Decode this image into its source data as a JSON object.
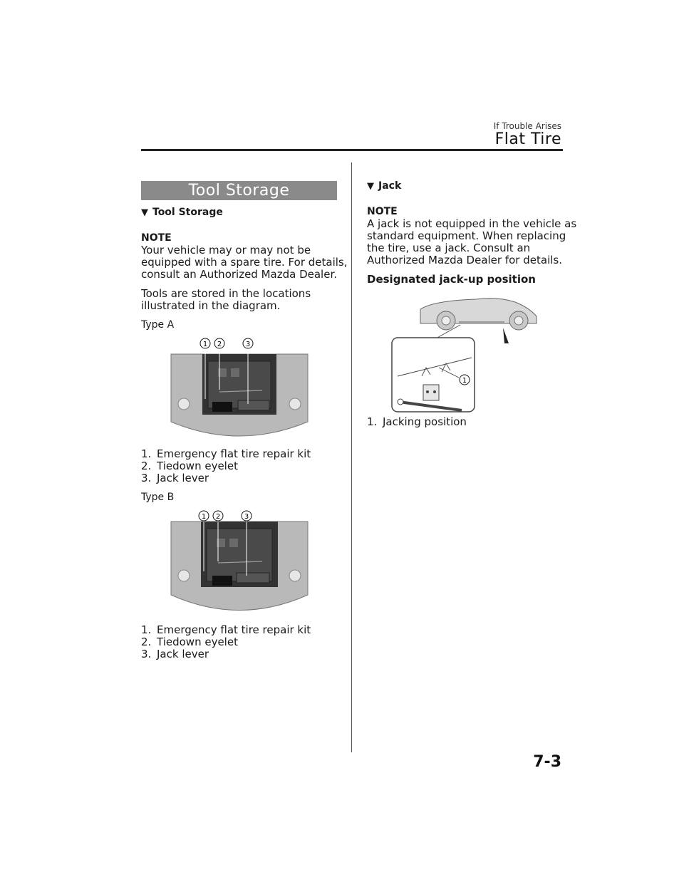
{
  "header": {
    "section": "If Trouble Arises",
    "title": "Flat Tire"
  },
  "left": {
    "banner": "Tool Storage",
    "subheading": "Tool Storage",
    "note_label": "NOTE",
    "note_lines": [
      "Your vehicle may or may not be",
      "equipped with a spare tire. For details,",
      "consult an Authorized Mazda Dealer."
    ],
    "intro_lines": [
      "Tools are stored in the locations",
      "illustrated in the diagram."
    ],
    "type_a": "Type A",
    "type_b": "Type B",
    "callouts": [
      "1",
      "2",
      "3"
    ],
    "list_a": [
      {
        "num": "1.",
        "text": "Emergency flat tire repair kit"
      },
      {
        "num": "2.",
        "text": "Tiedown eyelet"
      },
      {
        "num": "3.",
        "text": "Jack lever"
      }
    ],
    "list_b": [
      {
        "num": "1.",
        "text": "Emergency flat tire repair kit"
      },
      {
        "num": "2.",
        "text": "Tiedown eyelet"
      },
      {
        "num": "3.",
        "text": "Jack lever"
      }
    ]
  },
  "right": {
    "subheading": "Jack",
    "note_label": "NOTE",
    "note_lines": [
      "A jack is not equipped in the vehicle as",
      "standard equipment. When replacing",
      "the tire, use a jack. Consult an",
      "Authorized Mazda Dealer for details."
    ],
    "position_heading": "Designated jack-up position",
    "callout": "1",
    "list": [
      {
        "num": "1.",
        "text": "Jacking position"
      }
    ]
  },
  "footer": {
    "page_number": "7-3"
  },
  "icons": {
    "subheading_marker": "triangle-down-icon"
  }
}
